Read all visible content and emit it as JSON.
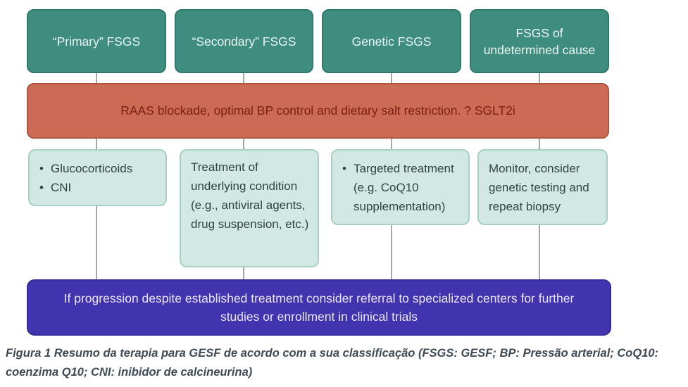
{
  "diagram": {
    "title_semantic": "FSGS therapy summary flowchart",
    "classification_boxes": [
      {
        "label": "“Primary” FSGS"
      },
      {
        "label": "“Secondary” FSGS"
      },
      {
        "label": "Genetic FSGS"
      },
      {
        "label": "FSGS of undetermined cause"
      }
    ],
    "raas_bar_text": "RAAS blockade, optimal BP control and dietary salt restriction. ? SGLT2i",
    "treatment_boxes": [
      {
        "bullet": "•",
        "items": [
          "Glucocorticoids",
          "CNI"
        ]
      },
      {
        "text": "Treatment of underlying condition (e.g., antiviral agents, drug suspension, etc.)"
      },
      {
        "bullet": "•",
        "text": "Targeted treatment (e.g. CoQ10 supplementation)"
      },
      {
        "text": "Monitor, consider genetic testing and repeat biopsy"
      }
    ],
    "referral_bar_text": "If progression despite established treatment consider referral to specialized centers for further studies or enrollment in clinical trials",
    "caption": {
      "line1": "Figura 1 Resumo da terapia para GESF de acordo com a sua classificação (FSGS: GESF; BP: Pressão arterial; CoQ10:",
      "line2": "coenzima Q10; CNI: inibidor de calcineurina)"
    },
    "colors": {
      "classification_fill": "#3e8d7f",
      "classification_text": "#eaf5f3",
      "raas_fill": "#cb6a55",
      "raas_text": "#7a1f12",
      "treatment_fill": "#d2e9e3",
      "treatment_border": "#a9cec6",
      "treatment_text": "#2f4440",
      "referral_fill": "#4134ae",
      "referral_text": "#e9e7f8",
      "connector_line": "#a6a6a6",
      "caption_text": "#3f4a55"
    }
  }
}
